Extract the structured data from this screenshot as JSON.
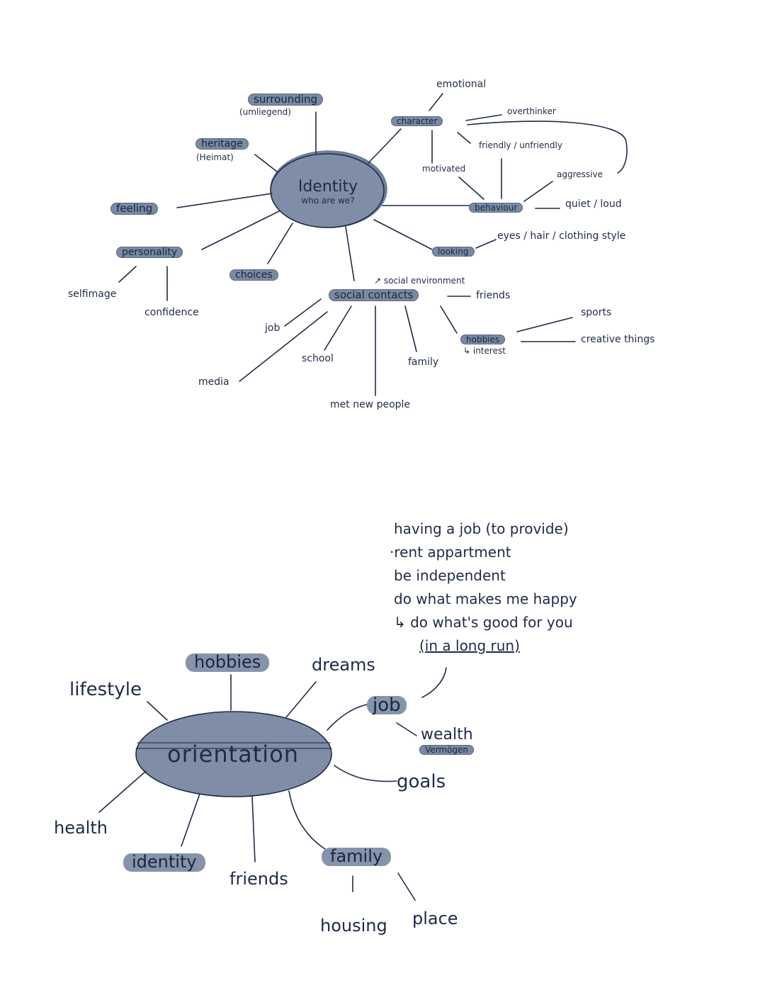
{
  "colors": {
    "ink": "#1f2b45",
    "oval_fill": "#7f8ea6",
    "oval_stroke": "#1f2b45",
    "highlight": "#7a8aa3"
  },
  "map1": {
    "center": {
      "title": "Identity",
      "subtitle": "who are we?"
    },
    "nodes": {
      "surrounding": "surrounding",
      "surrounding_note": "(umliegend)",
      "heritage": "heritage",
      "heritage_note": "(Heimat)",
      "feeling": "feeling",
      "personality": "personality",
      "selfimage": "selfimage",
      "confidence": "confidence",
      "choices": "choices",
      "job": "job",
      "media": "media",
      "school": "school",
      "met_new_people": "met new people",
      "family": "family",
      "social_contacts": "social contacts",
      "social_environment": "↗ social environment",
      "friends": "friends",
      "hobbies": "hobbies",
      "interest": "↳ interest",
      "sports": "sports",
      "creative_things": "creative things",
      "character": "character",
      "emotional": "emotional",
      "overthinker": "overthinker",
      "friendly": "friendly / unfriendly",
      "motivated": "motivated",
      "aggressive": "aggressive",
      "behaviour": "behaviour",
      "quiet_loud": "quiet / loud",
      "looking": "looking",
      "eyes": "eyes / hair / clothing style"
    }
  },
  "map2": {
    "center": "orientation",
    "nodes": {
      "hobbies": "hobbies",
      "dreams": "dreams",
      "lifestyle": "lifestyle",
      "health": "health",
      "identity": "identity",
      "friends": "friends",
      "family": "family",
      "housing": "housing",
      "place": "place",
      "job": "job",
      "wealth": "wealth",
      "wealth_note": "Vermögen",
      "goals": "goals"
    },
    "notes": [
      "having a job (to provide)",
      "·rent appartment",
      "be independent",
      "do what makes me happy",
      "↳ do what's good for you"
    ],
    "notes_last": "(in a long run)"
  }
}
